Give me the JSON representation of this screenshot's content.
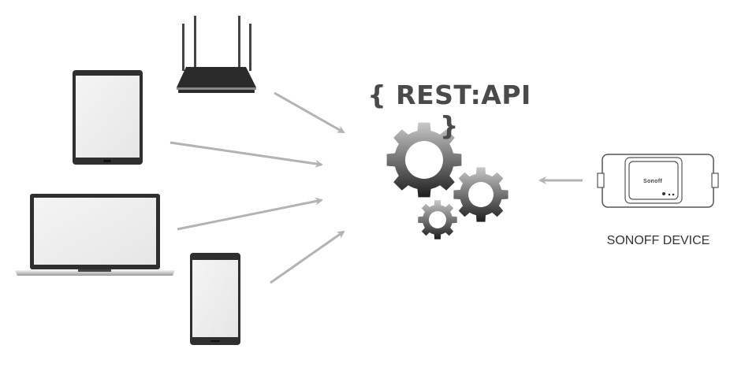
{
  "diagram": {
    "title": "{ REST:API }",
    "center_node": "gears-icon",
    "clients": [
      {
        "name": "router"
      },
      {
        "name": "tablet"
      },
      {
        "name": "laptop"
      },
      {
        "name": "smartphone"
      }
    ],
    "device": {
      "label": "SONOFF DEVICE",
      "brand": "Sonoff"
    },
    "arrow_color": "#b3b3b3",
    "gear_gradient": [
      "#c8c8c8",
      "#1e1e1e"
    ]
  }
}
